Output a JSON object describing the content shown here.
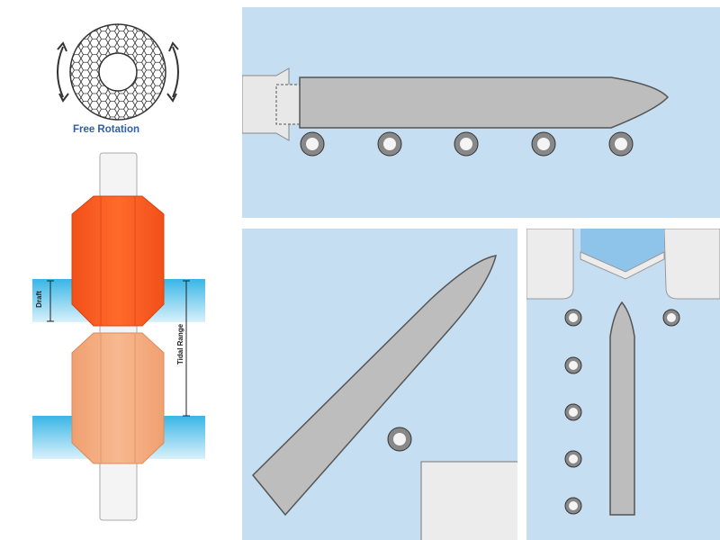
{
  "labels": {
    "free_rotation": "Free Rotation",
    "draft": "Draft",
    "tidal_range": "Tidal Range"
  },
  "colors": {
    "panel_bg": "#c6def1",
    "hull": "#bdbdbd",
    "hull_stroke": "#555555",
    "dock": "#e8e8e8",
    "fender_top": "#ff5a1a",
    "fender_bottom": "#f6ad80",
    "water": "#5bc8ec",
    "pile": "#f2f2f2"
  },
  "icons": {
    "rotation": "circular-arrows-icon",
    "mesh": "honeycomb-mesh-icon"
  }
}
